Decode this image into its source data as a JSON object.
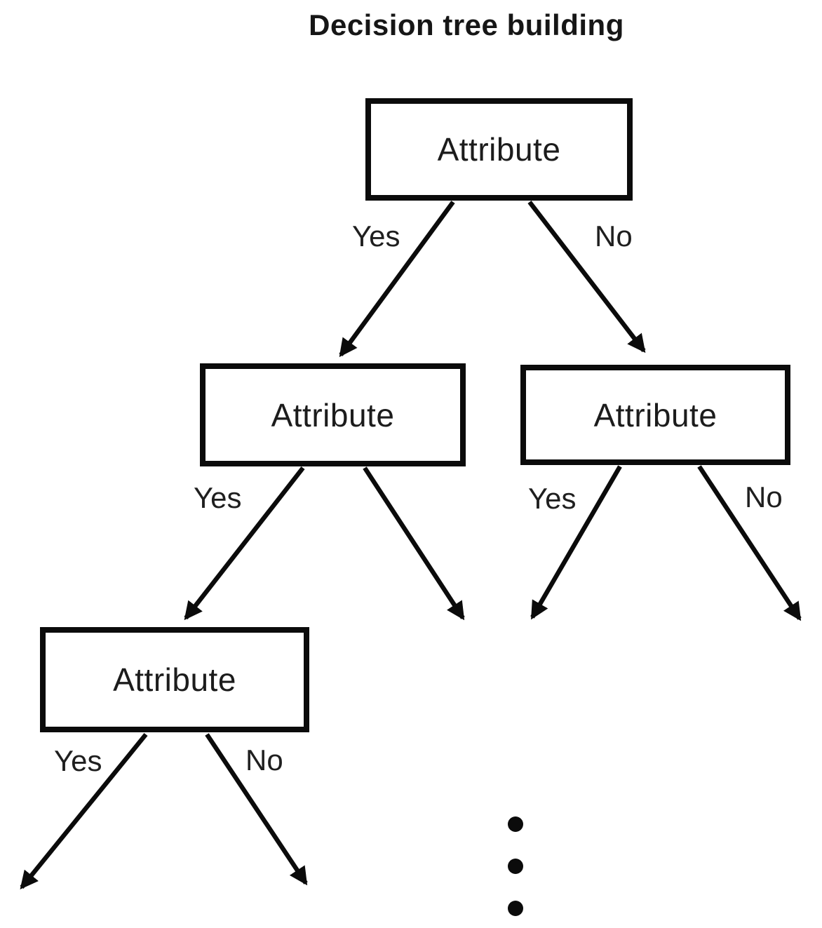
{
  "title": "Decision tree building",
  "diagram_type": "decision-tree",
  "nodes": [
    {
      "id": "root",
      "level": 1,
      "label": "Attribute"
    },
    {
      "id": "child-left",
      "level": 2,
      "label": "Attribute"
    },
    {
      "id": "child-right",
      "level": 2,
      "label": "Attribute"
    },
    {
      "id": "grandchild-left",
      "level": 3,
      "label": "Attribute"
    }
  ],
  "edges": [
    {
      "from": "root",
      "to": "child-left",
      "label": "Yes"
    },
    {
      "from": "root",
      "to": "child-right",
      "label": "No"
    },
    {
      "from": "child-left",
      "to": "grandchild-left",
      "label": "Yes"
    },
    {
      "from": "child-left",
      "to": "subtree",
      "label": ""
    },
    {
      "from": "child-right",
      "to": "subtree",
      "label": "Yes"
    },
    {
      "from": "child-right",
      "to": "subtree",
      "label": "No"
    },
    {
      "from": "grandchild-left",
      "to": "subtree",
      "label": "Yes"
    },
    {
      "from": "grandchild-left",
      "to": "subtree",
      "label": "No"
    }
  ],
  "continuation": {
    "symbol": "vertical-ellipsis",
    "dot_count": 3
  },
  "colors": {
    "ink": "#0b0b0b",
    "background": "#ffffff"
  }
}
